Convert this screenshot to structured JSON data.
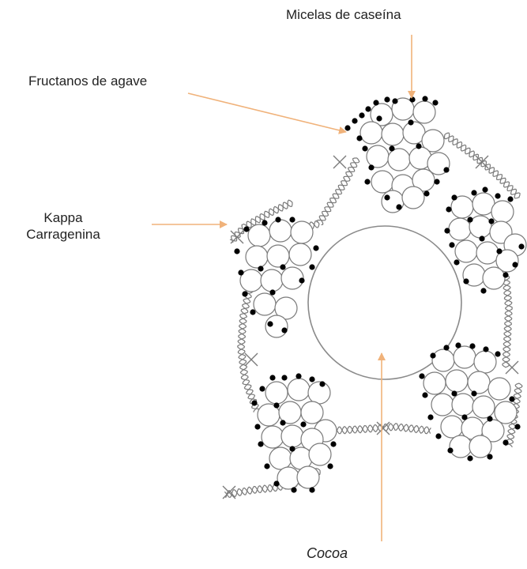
{
  "labels": {
    "micelas": "Micelas de caseína",
    "fructanos": "Fructanos de agave",
    "kappa_line1": "Kappa",
    "kappa_line2": "Carragenina",
    "cocoa": "Cocoa"
  },
  "colors": {
    "arrow": "#F0B27A",
    "stroke": "#7a7a7a",
    "dot": "#000000",
    "text": "#222222"
  }
}
